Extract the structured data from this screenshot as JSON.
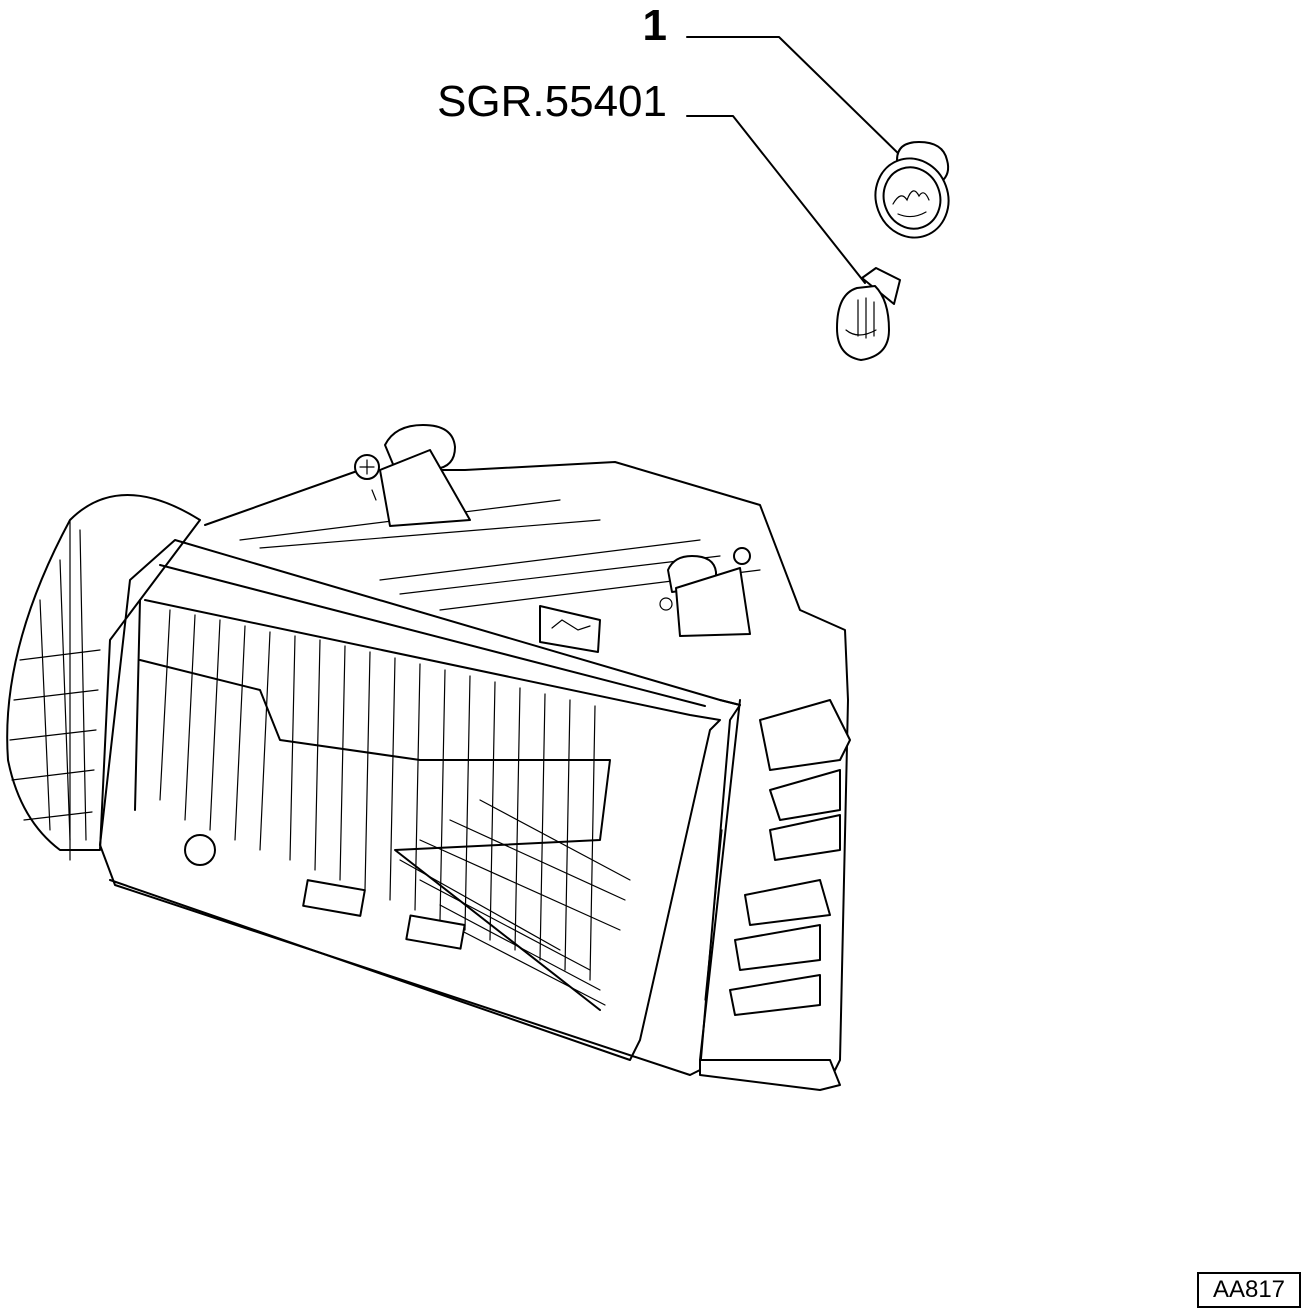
{
  "callouts": [
    {
      "label": "1"
    },
    {
      "label": "SGR.55401"
    }
  ],
  "reference_code": "AA817",
  "colors": {
    "line": "#000000",
    "background": "#ffffff"
  },
  "parts": [
    "bulb-socket",
    "wedge-bulb",
    "headlamp-assembly"
  ]
}
